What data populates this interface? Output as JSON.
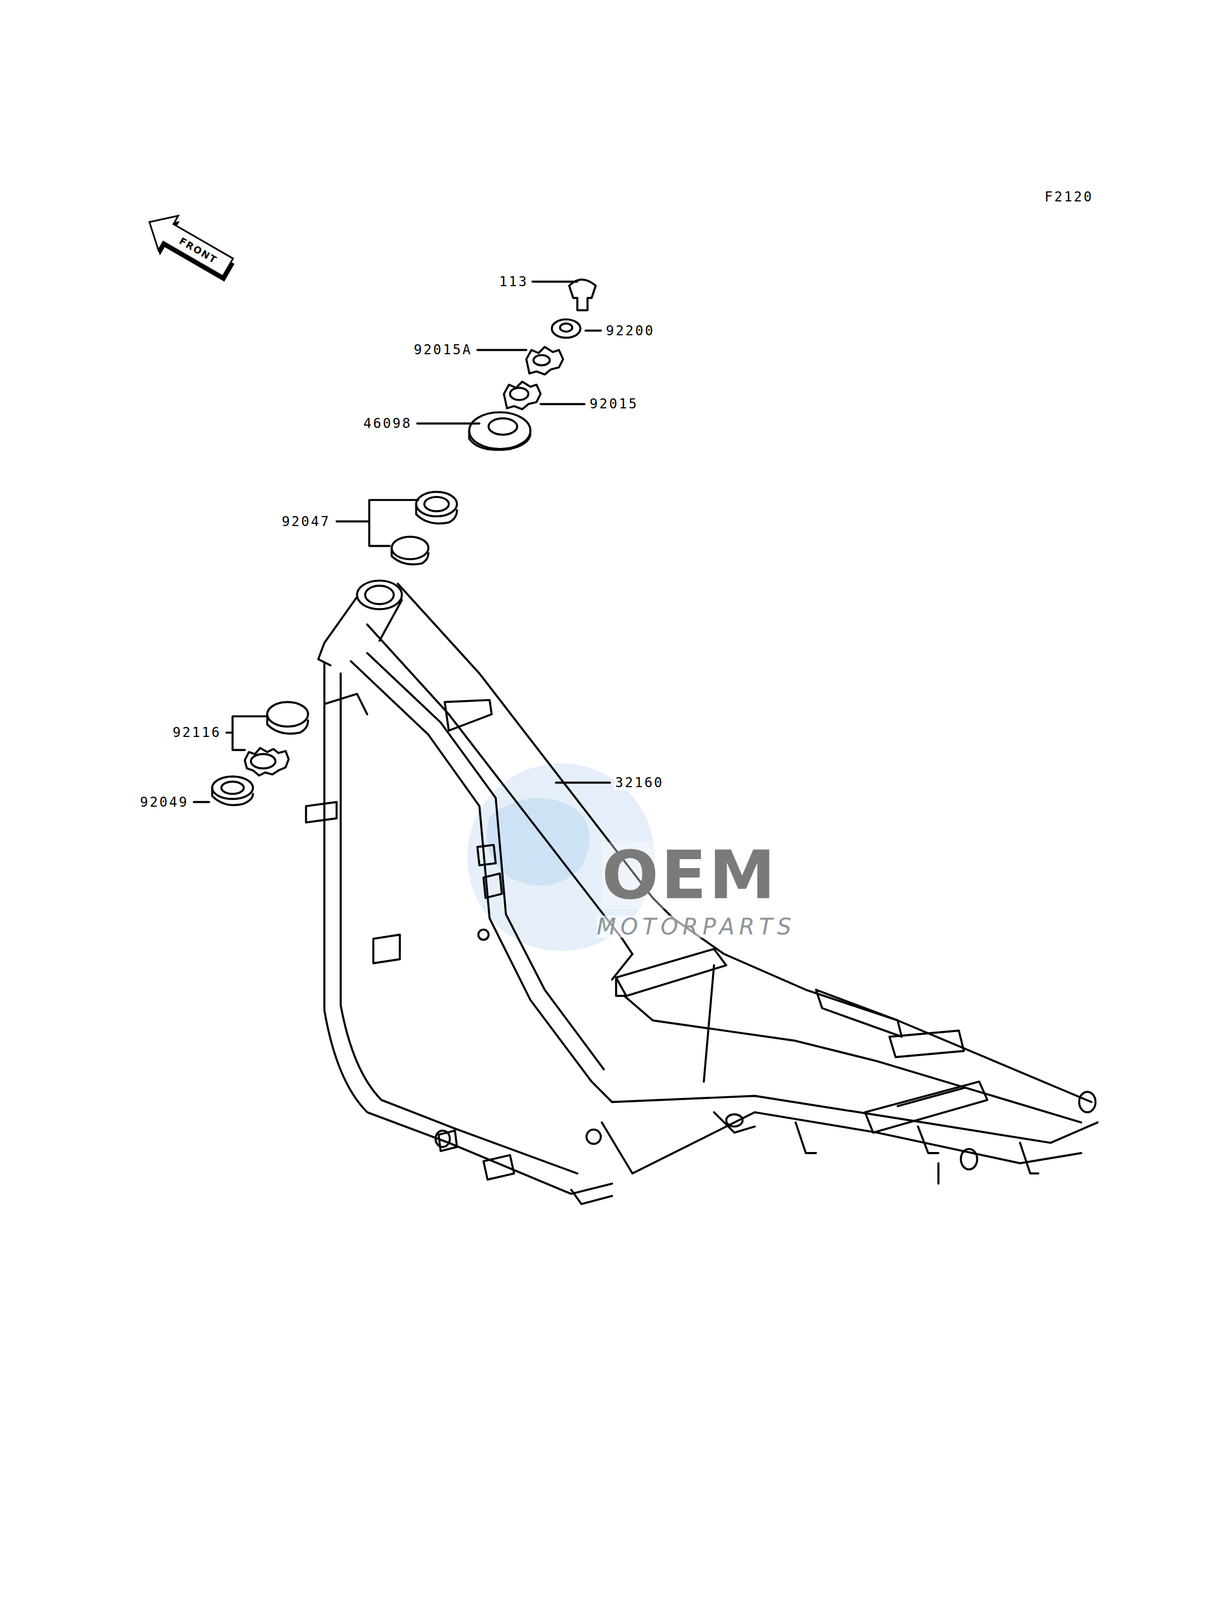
{
  "diagram": {
    "nodes": [
      {
        "text": [
          "FRONT"
        ]
      }
    ],
    "labels": [
      "F2120",
      "113",
      "92200",
      "92015A",
      "92015",
      "46098",
      "92047",
      "92116",
      "32160",
      "92049",
      "OEM",
      "MOTORPARTS"
    ]
  }
}
